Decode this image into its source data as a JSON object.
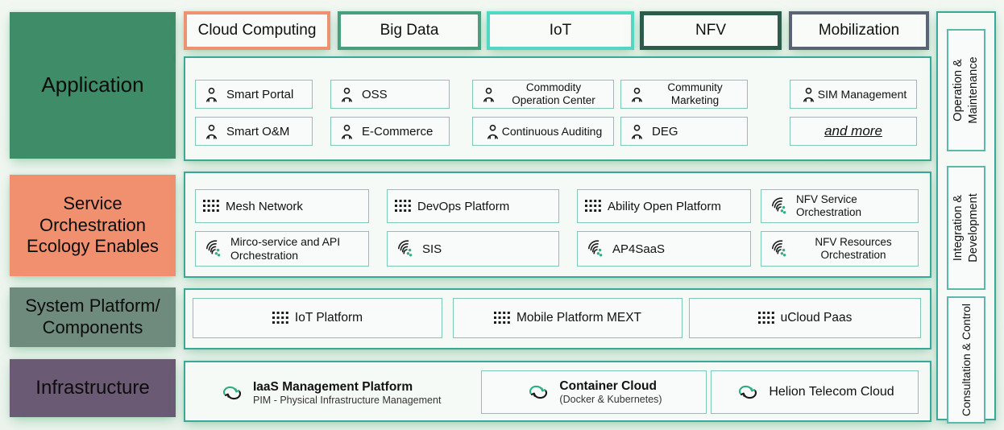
{
  "layers": [
    {
      "label": "Application",
      "color": "#3E8C68"
    },
    {
      "label": "Service Orchestration Ecology Enables",
      "color": "#F0906E"
    },
    {
      "label": "System Platform/ Components",
      "color": "#6F8B7D"
    },
    {
      "label": "Infrastructure",
      "color": "#6B5A74"
    }
  ],
  "tabs": [
    {
      "label": "Cloud Computing",
      "border_color": "#EE9372"
    },
    {
      "label": "Big Data",
      "border_color": "#4A9E80"
    },
    {
      "label": "IoT",
      "border_color": "#52D9C5"
    },
    {
      "label": "NFV",
      "border_color": "#2D5C4C"
    },
    {
      "label": "Mobilization",
      "border_color": "#5B6475"
    }
  ],
  "application": {
    "items": [
      "Smart Portal",
      "OSS",
      "Commodity Operation Center",
      "Community Marketing",
      "SIM Management",
      "Smart O&M",
      "E-Commerce",
      "Continuous Auditing",
      "DEG",
      "and more"
    ]
  },
  "service_orchestration": {
    "items": [
      "Mesh Network",
      "DevOps Platform",
      "Ability Open Platform",
      "NFV Service Orchestration",
      "Mirco-service and API Orchestration",
      "SIS",
      "AP4SaaS",
      "NFV Resources Orchestration"
    ]
  },
  "system_platform": {
    "items": [
      "IoT Platform",
      "Mobile Platform MEXT",
      "uCloud Paas"
    ]
  },
  "infrastructure": {
    "items": [
      {
        "title": "IaaS Management Platform",
        "subtitle": "PIM - Physical Infrastructure Management"
      },
      {
        "title": "Container Cloud",
        "subtitle": "(Docker & Kubernetes)"
      },
      {
        "title": "Helion Telecom Cloud",
        "subtitle": ""
      }
    ]
  },
  "sidebar": {
    "items": [
      {
        "line1": "Operation &",
        "line2": "Maintenance"
      },
      {
        "line1": "Integration &",
        "line2": "Development"
      },
      {
        "line1": "Consultation & Control",
        "line2": ""
      }
    ]
  },
  "icons": {
    "user-icon": "outline person (head circle + shoulders arch)",
    "grid-icon": "4x3 grid of black square dots",
    "orchestration-swirl-icon": "curved wind lines with green dots",
    "cloud-sync-icon": "cloud made of two refresh arrows (green + black)"
  },
  "colors": {
    "panel_border": "#39A898",
    "item_border": "#7CC9BB",
    "sidebar_inner_border": "#5CB8A9",
    "accent_dot_green": "#2FAE85",
    "background": "#EFF5F0"
  }
}
